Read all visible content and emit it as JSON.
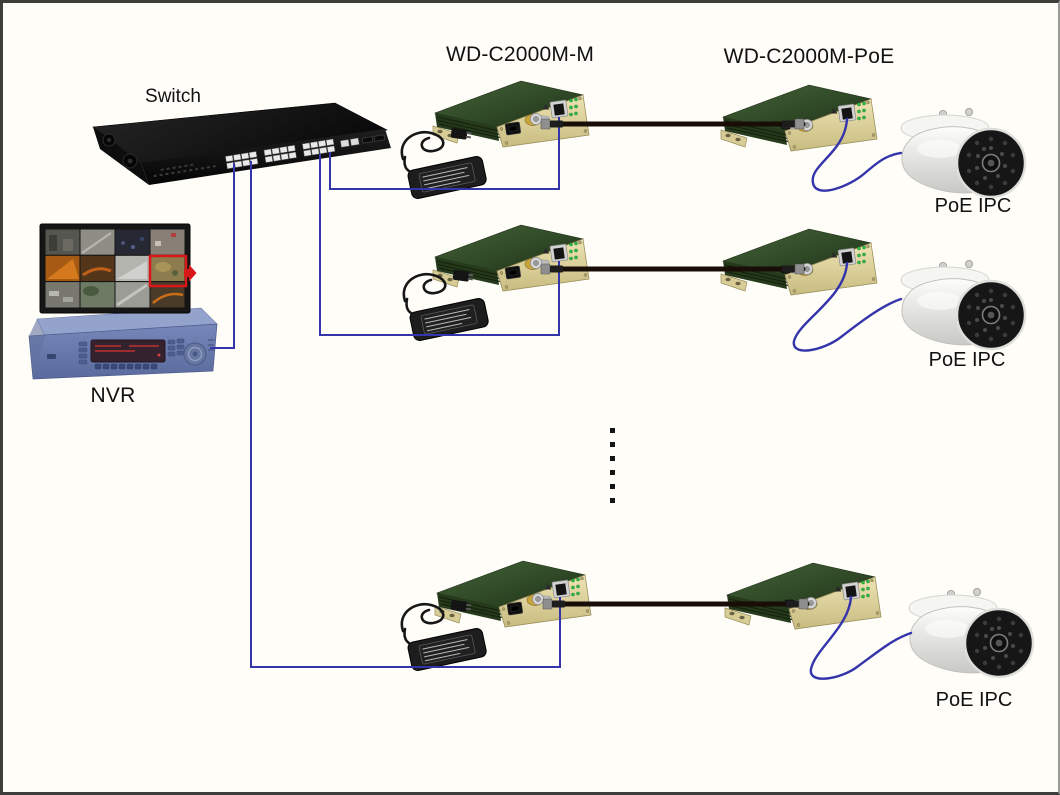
{
  "labels": {
    "switch": "Switch",
    "nvr": "NVR",
    "media_converter": "WD-C2000M-M",
    "poe_converter": "WD-C2000M-PoE"
  },
  "rows": [
    {
      "camera_label": "PoE IPC"
    },
    {
      "camera_label": "PoE IPC"
    },
    {
      "camera_label": "PoE IPC"
    }
  ],
  "monitor": {
    "grid_columns": 4,
    "grid_rows": 3,
    "highlighted_cell": {
      "row": 2,
      "column": 4
    }
  },
  "colors": {
    "background": "#fffdf8",
    "wire_blue": "#3434ab",
    "coax_black": "#190d07",
    "highlight_red": "#d81818",
    "converter_body_green": "#2f4a24",
    "converter_panel_beige": "#ddd3a0",
    "led_green": "#2fbb44",
    "switch_black": "#141414",
    "nvr_blue": "#6d7dae",
    "camera_white": "#f2f2ef",
    "text_black": "#111111"
  }
}
